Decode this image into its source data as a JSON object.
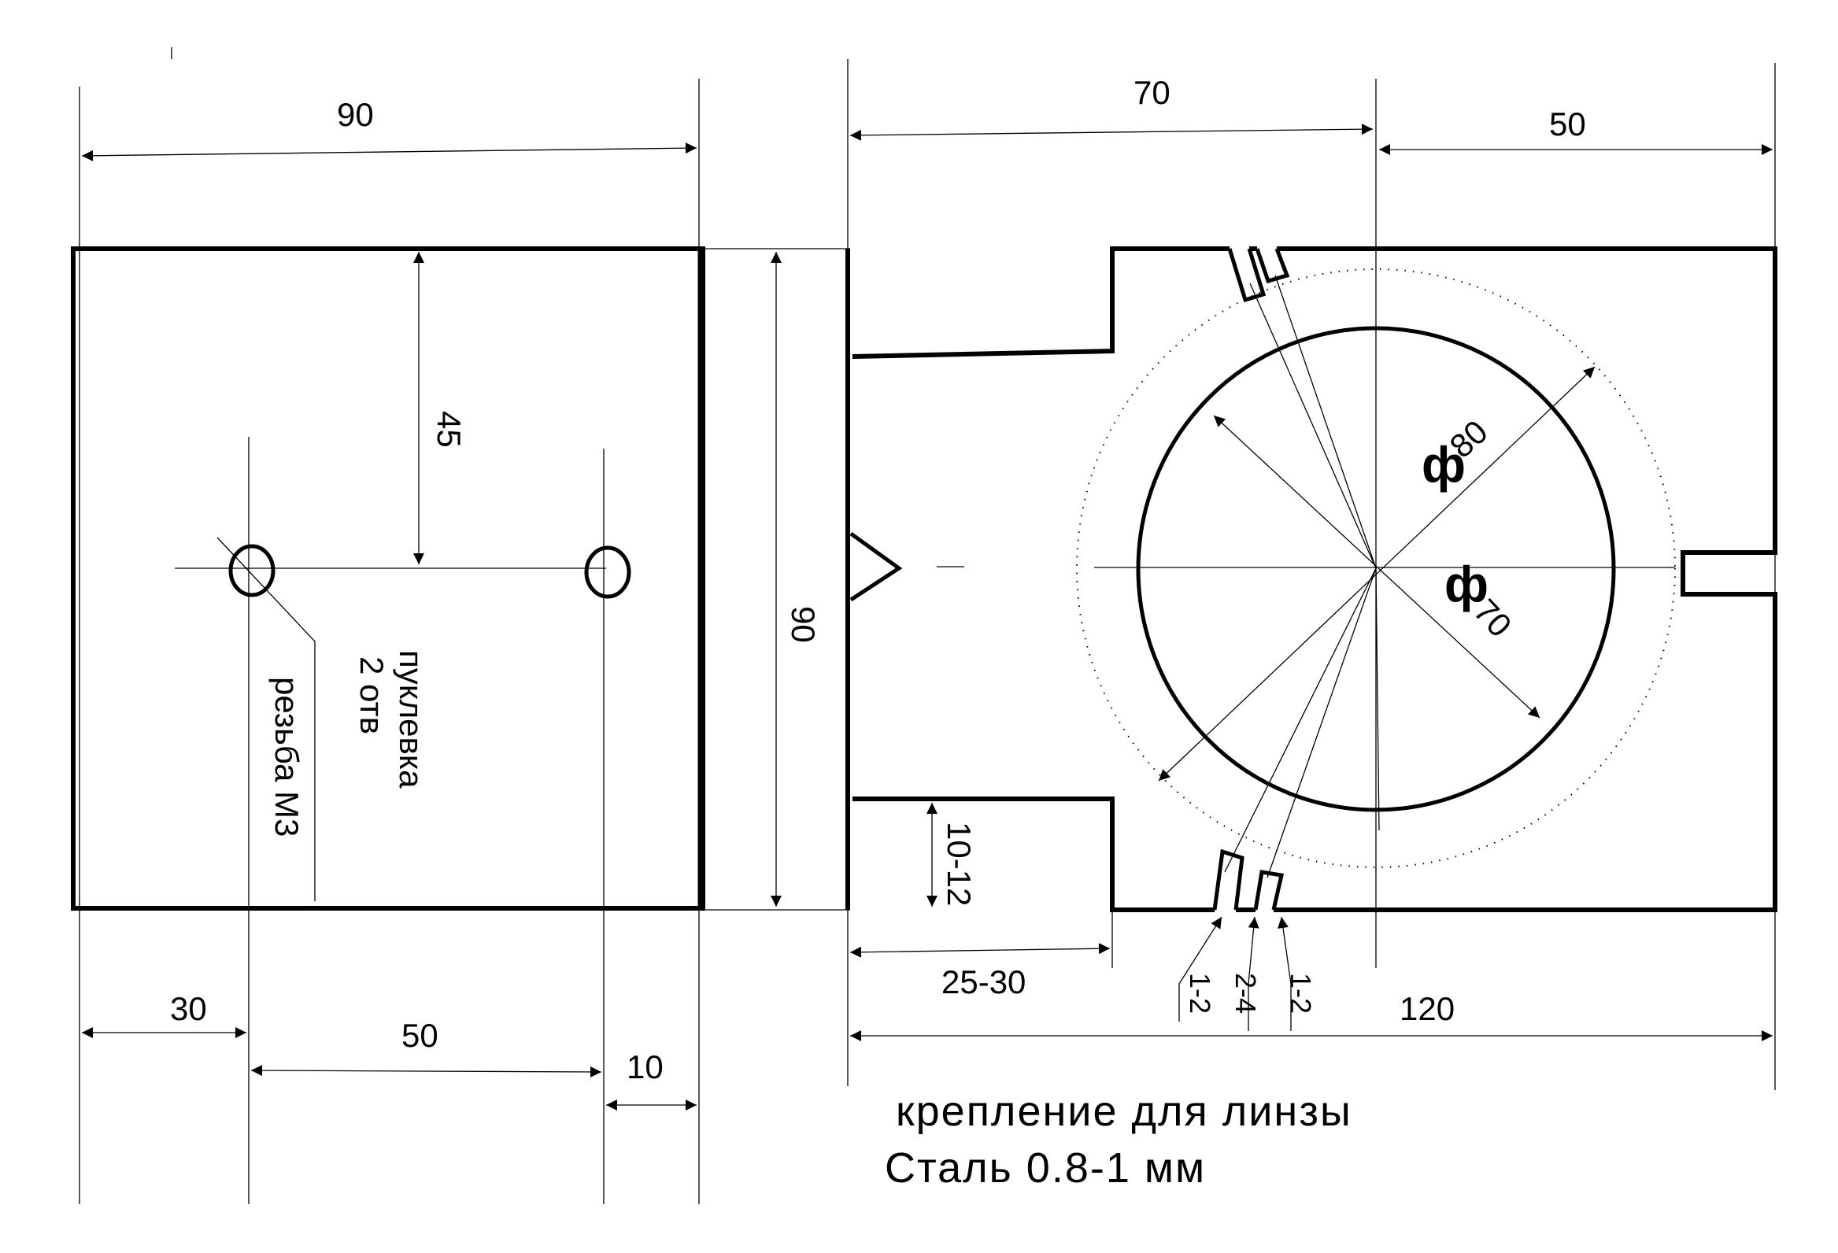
{
  "left_view": {
    "dim_width": "90",
    "dim_half": "45",
    "dim_30": "30",
    "dim_50": "50",
    "dim_10": "10",
    "note_punch_line1": "пуклевка",
    "note_punch_line2": "2 отв",
    "note_thread": "резьба М3"
  },
  "right_view": {
    "dim_height": "90",
    "dim_70": "70",
    "dim_50_top": "50",
    "dim_120": "120",
    "dim_25_30": "25-30",
    "dim_10_12": "10-12",
    "slot_dim_1": "1-2",
    "slot_dim_2": "2-4",
    "slot_dim_3": "1-2",
    "phi_symbol": "ф",
    "diam_80": "80",
    "diam_70": "70"
  },
  "caption": {
    "line1": "крепление для линзы",
    "line2": "Сталь 0.8-1 мм"
  }
}
